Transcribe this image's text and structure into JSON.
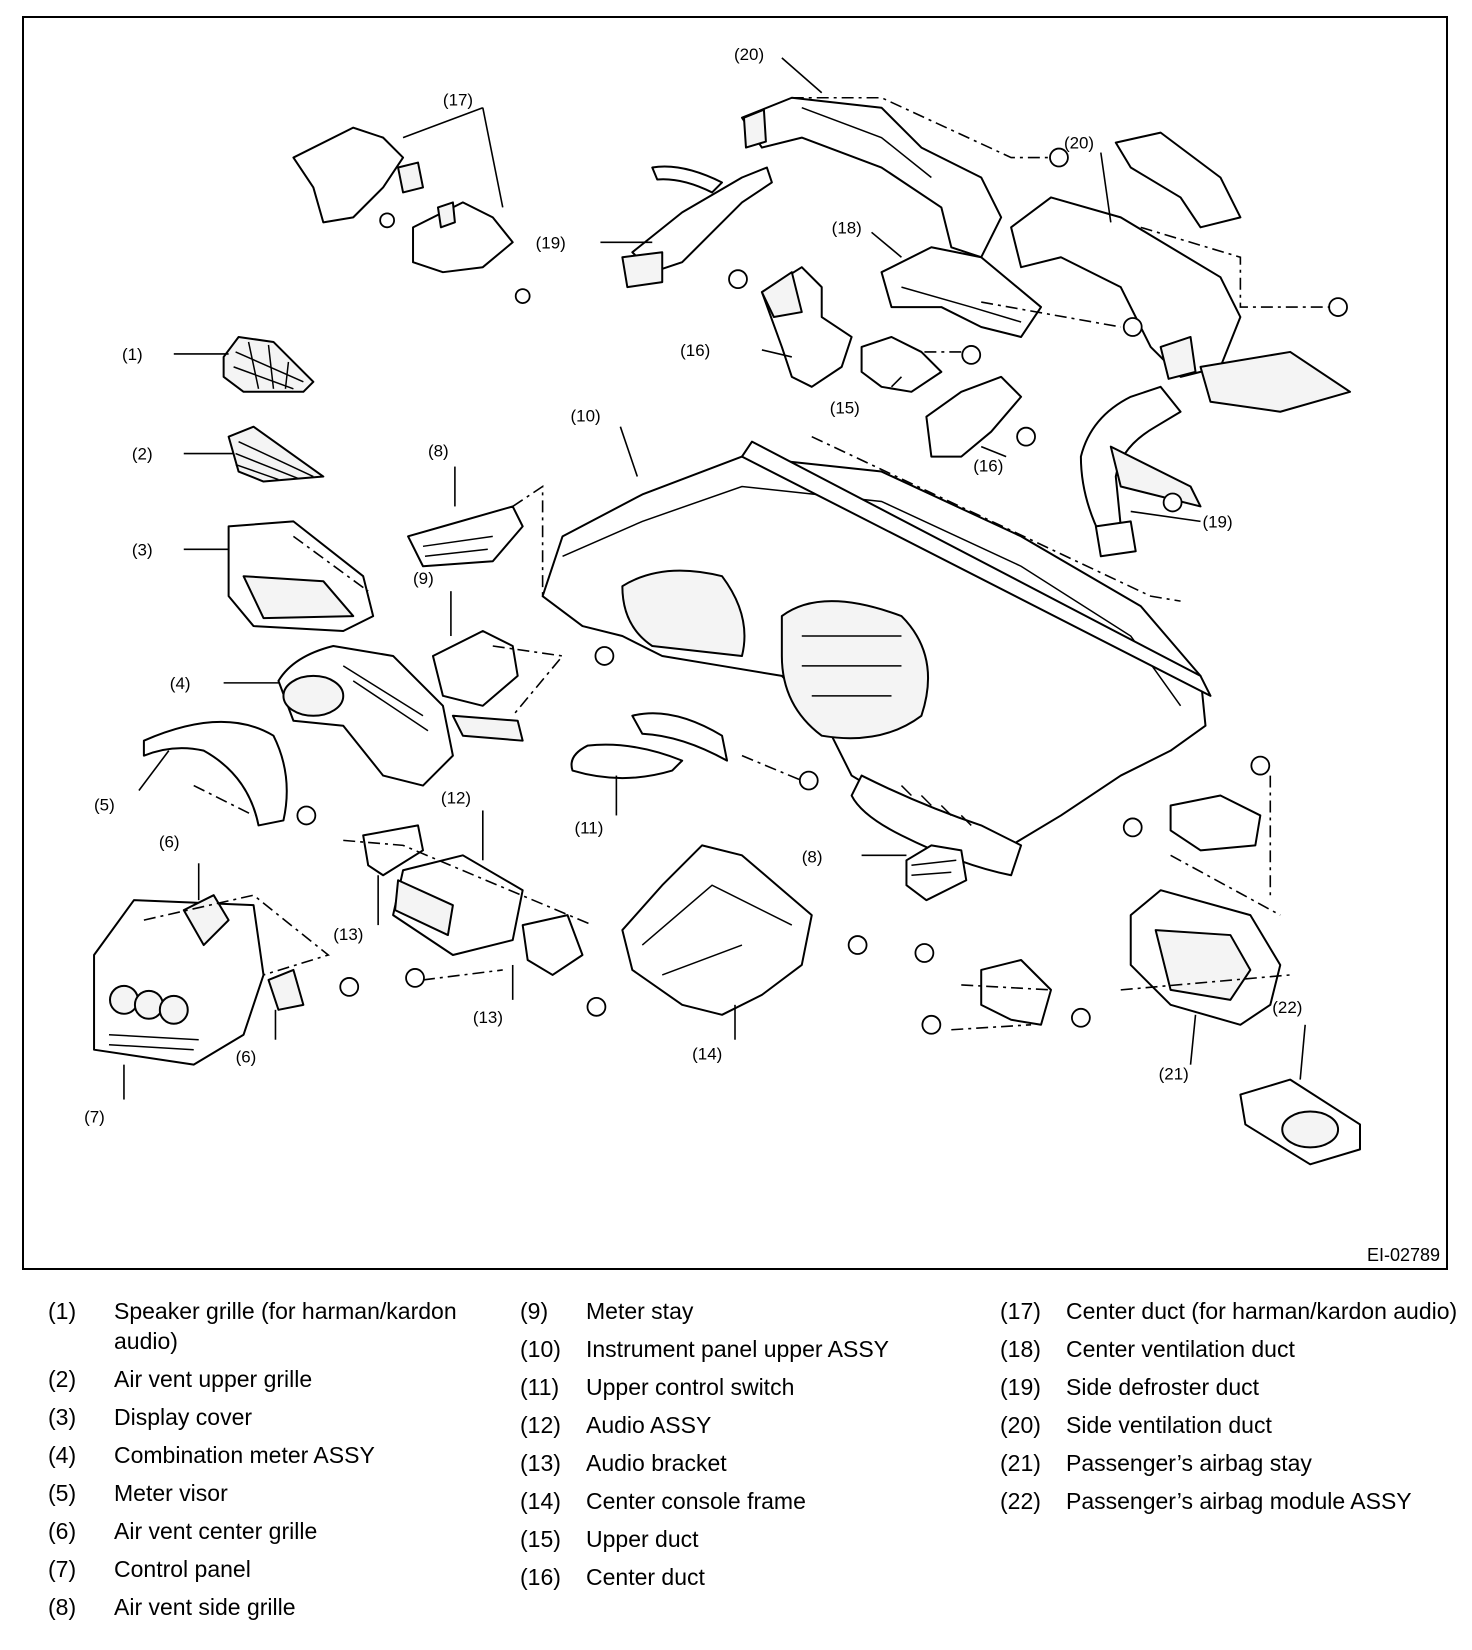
{
  "figure_code": "EI-02789",
  "callouts": {
    "c1": "(1)",
    "c2": "(2)",
    "c3": "(3)",
    "c4": "(4)",
    "c5": "(5)",
    "c6a": "(6)",
    "c6b": "(6)",
    "c7": "(7)",
    "c8a": "(8)",
    "c8b": "(8)",
    "c9": "(9)",
    "c10": "(10)",
    "c11": "(11)",
    "c12": "(12)",
    "c13a": "(13)",
    "c13b": "(13)",
    "c14": "(14)",
    "c15": "(15)",
    "c16a": "(16)",
    "c16b": "(16)",
    "c17": "(17)",
    "c18": "(18)",
    "c19a": "(19)",
    "c19b": "(19)",
    "c20a": "(20)",
    "c20b": "(20)",
    "c21": "(21)",
    "c22": "(22)"
  },
  "legend": {
    "col1": [
      {
        "num": "(1)",
        "text": "Speaker grille (for harman/kardon audio)"
      },
      {
        "num": "(2)",
        "text": "Air vent upper grille"
      },
      {
        "num": "(3)",
        "text": "Display cover"
      },
      {
        "num": "(4)",
        "text": "Combination meter ASSY"
      },
      {
        "num": "(5)",
        "text": "Meter visor"
      },
      {
        "num": "(6)",
        "text": "Air vent center grille"
      },
      {
        "num": "(7)",
        "text": "Control panel"
      },
      {
        "num": "(8)",
        "text": "Air vent side grille"
      }
    ],
    "col2": [
      {
        "num": "(9)",
        "text": "Meter stay"
      },
      {
        "num": "(10)",
        "text": "Instrument panel upper ASSY"
      },
      {
        "num": "(11)",
        "text": "Upper control switch"
      },
      {
        "num": "(12)",
        "text": "Audio ASSY"
      },
      {
        "num": "(13)",
        "text": "Audio bracket"
      },
      {
        "num": "(14)",
        "text": "Center console frame"
      },
      {
        "num": "(15)",
        "text": "Upper duct"
      },
      {
        "num": "(16)",
        "text": "Center duct"
      }
    ],
    "col3": [
      {
        "num": "(17)",
        "text": "Center duct (for harman/kardon audio)"
      },
      {
        "num": "(18)",
        "text": "Center ventilation duct"
      },
      {
        "num": "(19)",
        "text": "Side defroster duct"
      },
      {
        "num": "(20)",
        "text": "Side ventilation duct"
      },
      {
        "num": "(21)",
        "text": "Passenger’s airbag stay"
      },
      {
        "num": "(22)",
        "text": "Passenger’s airbag module ASSY"
      }
    ]
  }
}
